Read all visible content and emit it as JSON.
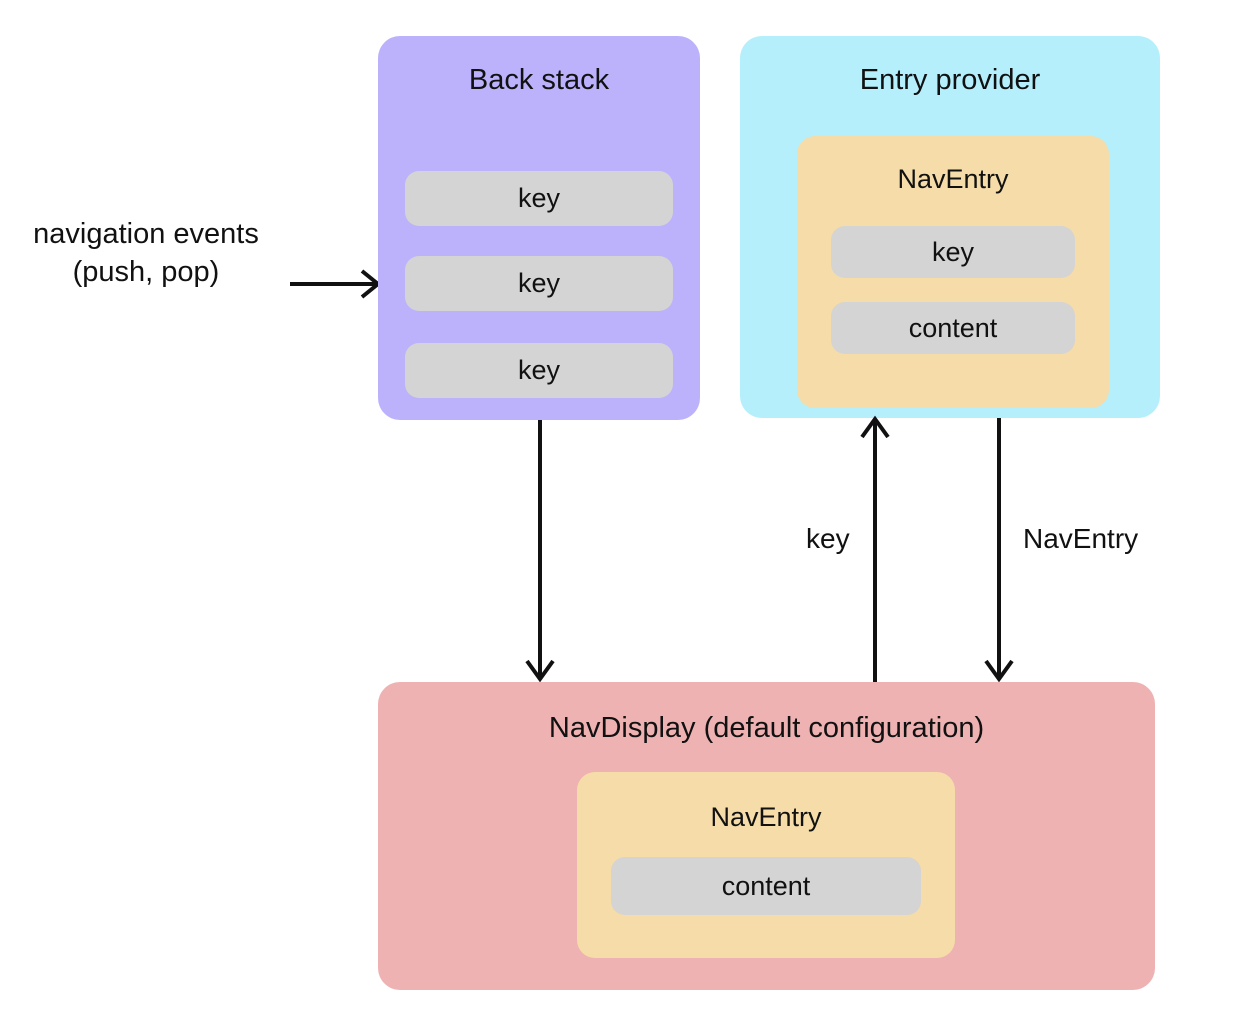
{
  "diagram": {
    "title": "Navigation 3 back stack / entry provider / NavDisplay flow",
    "background": "#ffffff",
    "palette": {
      "back_stack_fill": "#bbb2fb",
      "entry_provider_fill": "#b5effc",
      "nav_display_fill": "#efb2b2",
      "nav_entry_fill": "#f5dca8",
      "chip_fill": "#d4d4d4",
      "stroke": "#111111",
      "text": "#111111"
    }
  },
  "nodes": {
    "back_stack": {
      "title": "Back stack",
      "items": [
        {
          "label": "key"
        },
        {
          "label": "key"
        },
        {
          "label": "key"
        }
      ]
    },
    "entry_provider": {
      "title": "Entry provider",
      "nav_entry": {
        "title": "NavEntry",
        "items": [
          {
            "label": "key"
          },
          {
            "label": "content"
          }
        ]
      }
    },
    "nav_display": {
      "title": "NavDisplay (default configuration)",
      "nav_entry": {
        "title": "NavEntry",
        "items": [
          {
            "label": "content"
          }
        ]
      }
    }
  },
  "edges": {
    "nav_events": {
      "label_line1": "navigation events",
      "label_line2": "(push, pop)",
      "from": "external",
      "to": "back_stack",
      "direction": "right"
    },
    "back_stack_to_nav_display": {
      "label": "",
      "from": "back_stack",
      "to": "nav_display",
      "direction": "down"
    },
    "nav_display_to_entry_provider": {
      "label": "key",
      "from": "nav_display",
      "to": "entry_provider",
      "direction": "up"
    },
    "entry_provider_to_nav_display": {
      "label": "NavEntry",
      "from": "entry_provider",
      "to": "nav_display",
      "direction": "down"
    }
  }
}
